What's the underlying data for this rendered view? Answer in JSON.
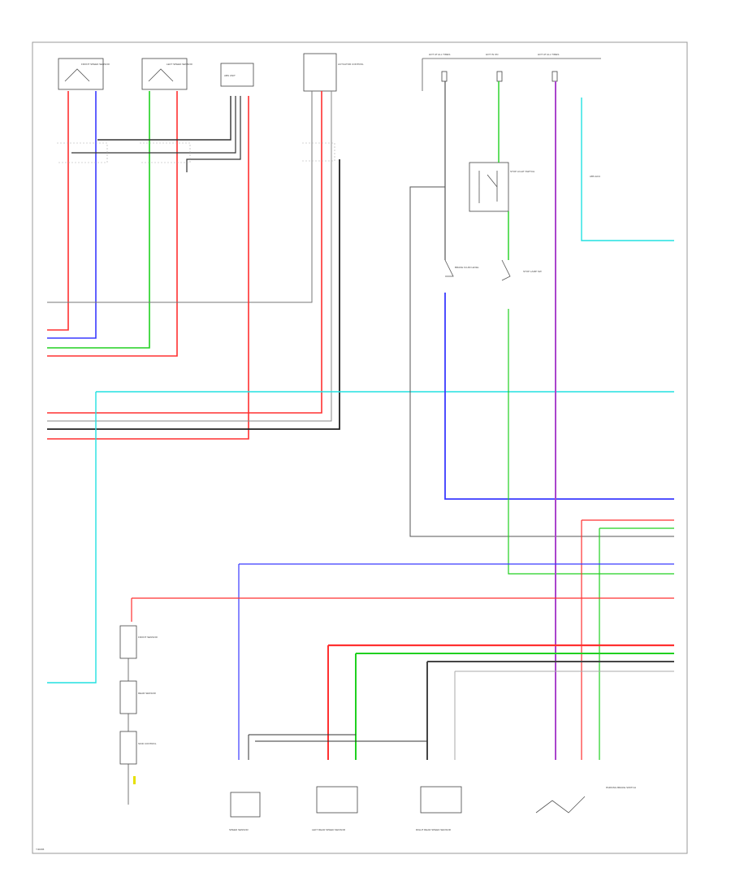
{
  "diagram": {
    "footer_code": "Y40206",
    "wire_colors": {
      "red": "#ff3030",
      "blue": "#3a3aff",
      "green": "#20d020",
      "black": "#222222",
      "gray": "#888888",
      "cyan": "#22e0e0",
      "violet": "#aa44cc",
      "pink": "#ff8080"
    },
    "top_components": {
      "c1": "FRONT SPEED SENSOR",
      "c2": "LEFT SPEED SENSOR",
      "c3": "ABS UNIT",
      "c4": "ACTUATOR CONTROL"
    },
    "fuses": {
      "f1": "HOT AT ALL TIMES",
      "f2": "HOT IN ON",
      "f3": "HOT AT ALL TIMES"
    },
    "right_components": {
      "relay": "STOP LIGHT SWITCH",
      "sw1": "BRAKE FLUID LEVEL",
      "sw2": "STOP LAMP SW",
      "ecu": "ABS ECU"
    },
    "left_bottom": {
      "s1": "FRONT SENSOR",
      "s2": "REAR SENSOR",
      "s3": "SKID CONTROL"
    },
    "bottom_components": {
      "b1": "SPEED SENSOR",
      "b2": "LEFT REAR SPEED SENSOR",
      "b3": "RIGHT REAR SPEED SENSOR",
      "b4": "PARKING BRAKE SWITCH"
    }
  }
}
